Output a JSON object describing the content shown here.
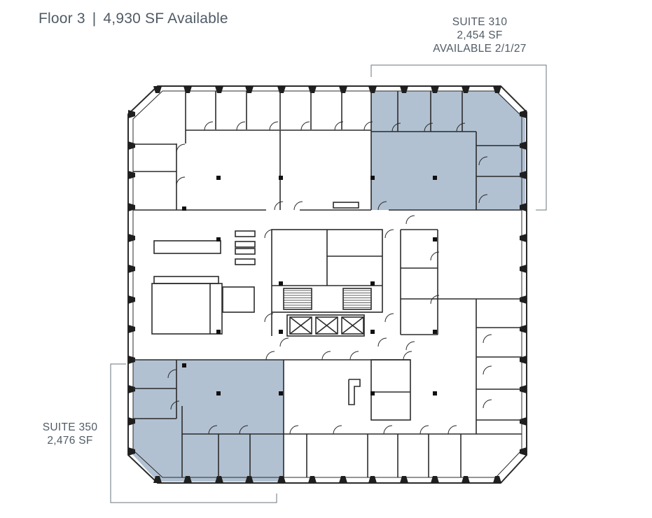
{
  "header": {
    "floor": "Floor 3",
    "separator": "|",
    "available": "4,930 SF Available"
  },
  "suites": [
    {
      "name": "SUITE 310",
      "size": "2,454 SF",
      "note": "AVAILABLE 2/1/27"
    },
    {
      "name": "SUITE 350",
      "size": "2,476 SF"
    }
  ],
  "colors": {
    "highlight": "#b1c1d2",
    "wall": "#2b2b2b",
    "background": "#ffffff",
    "text": "#505b66"
  }
}
